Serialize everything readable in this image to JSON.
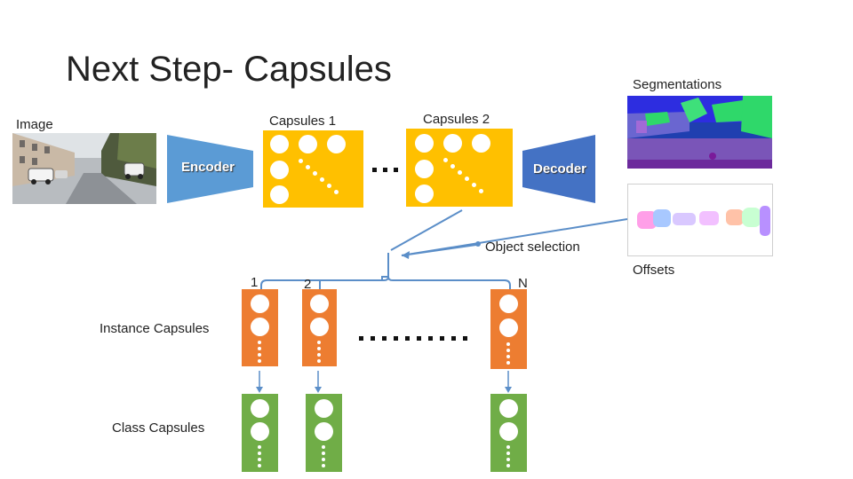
{
  "slide": {
    "title": "Next Step- Capsules"
  },
  "labels": {
    "image": "Image",
    "capsules1": "Capsules 1",
    "capsules2": "Capsules 2",
    "segmentations": "Segmentations",
    "offsets": "Offsets",
    "encoder": "Encoder",
    "decoder": "Decoder",
    "object_selection": "Object selection",
    "instance_capsules": "Instance Capsules",
    "class_capsules": "Class Capsules",
    "index_1": "1",
    "index_2": "2",
    "index_n": "N"
  },
  "colors": {
    "capsule_yellow": "#ffc000",
    "instance_orange": "#ed7d31",
    "class_green": "#70ad47",
    "encoder_blue": "#5b9bd5",
    "decoder_blue": "#4472c4",
    "arrow_blue": "#5b8ec8"
  }
}
